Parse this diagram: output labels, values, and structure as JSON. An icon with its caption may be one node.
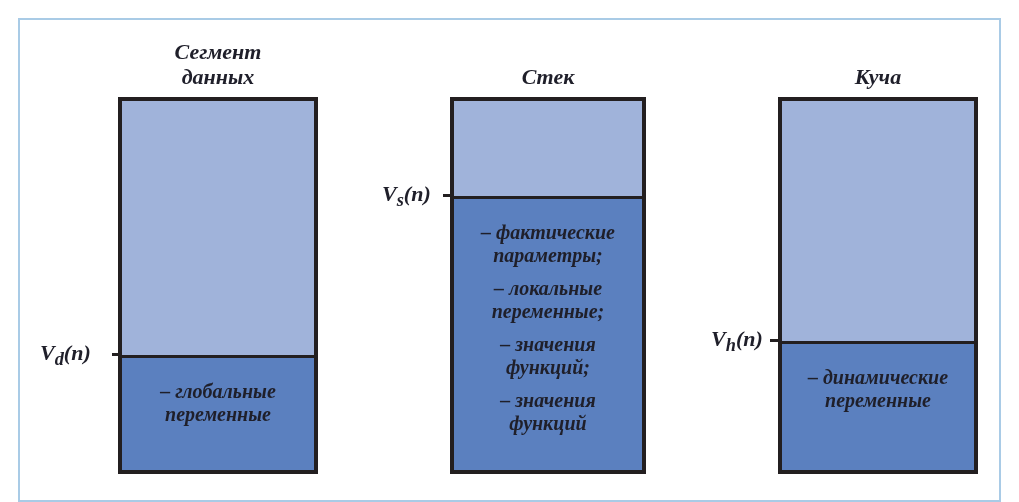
{
  "diagram": {
    "nodes": [
      {
        "text": [
          "Сегмент данных"
        ]
      },
      {
        "text": [],
        "shape": "box",
        "in": 0
      },
      {
        "text": [
          "– глобальные переменные"
        ],
        "in": 0
      },
      {
        "text": [
          "Стек"
        ]
      },
      {
        "text": [],
        "shape": "box",
        "in": 3
      },
      {
        "text": [
          "– фактические параметры;",
          "– локальные переменные;",
          "– значения функций;",
          "– значения функций"
        ],
        "in": 3
      },
      {
        "text": [
          "Куча"
        ]
      },
      {
        "text": [],
        "shape": "box",
        "in": 6
      },
      {
        "text": [
          "– динамические переменные"
        ],
        "in": 6
      }
    ],
    "labels": [
      "V$_{d}$(n)",
      "V$_{s}$(n)",
      "V$_{h}$(n)"
    ]
  }
}
